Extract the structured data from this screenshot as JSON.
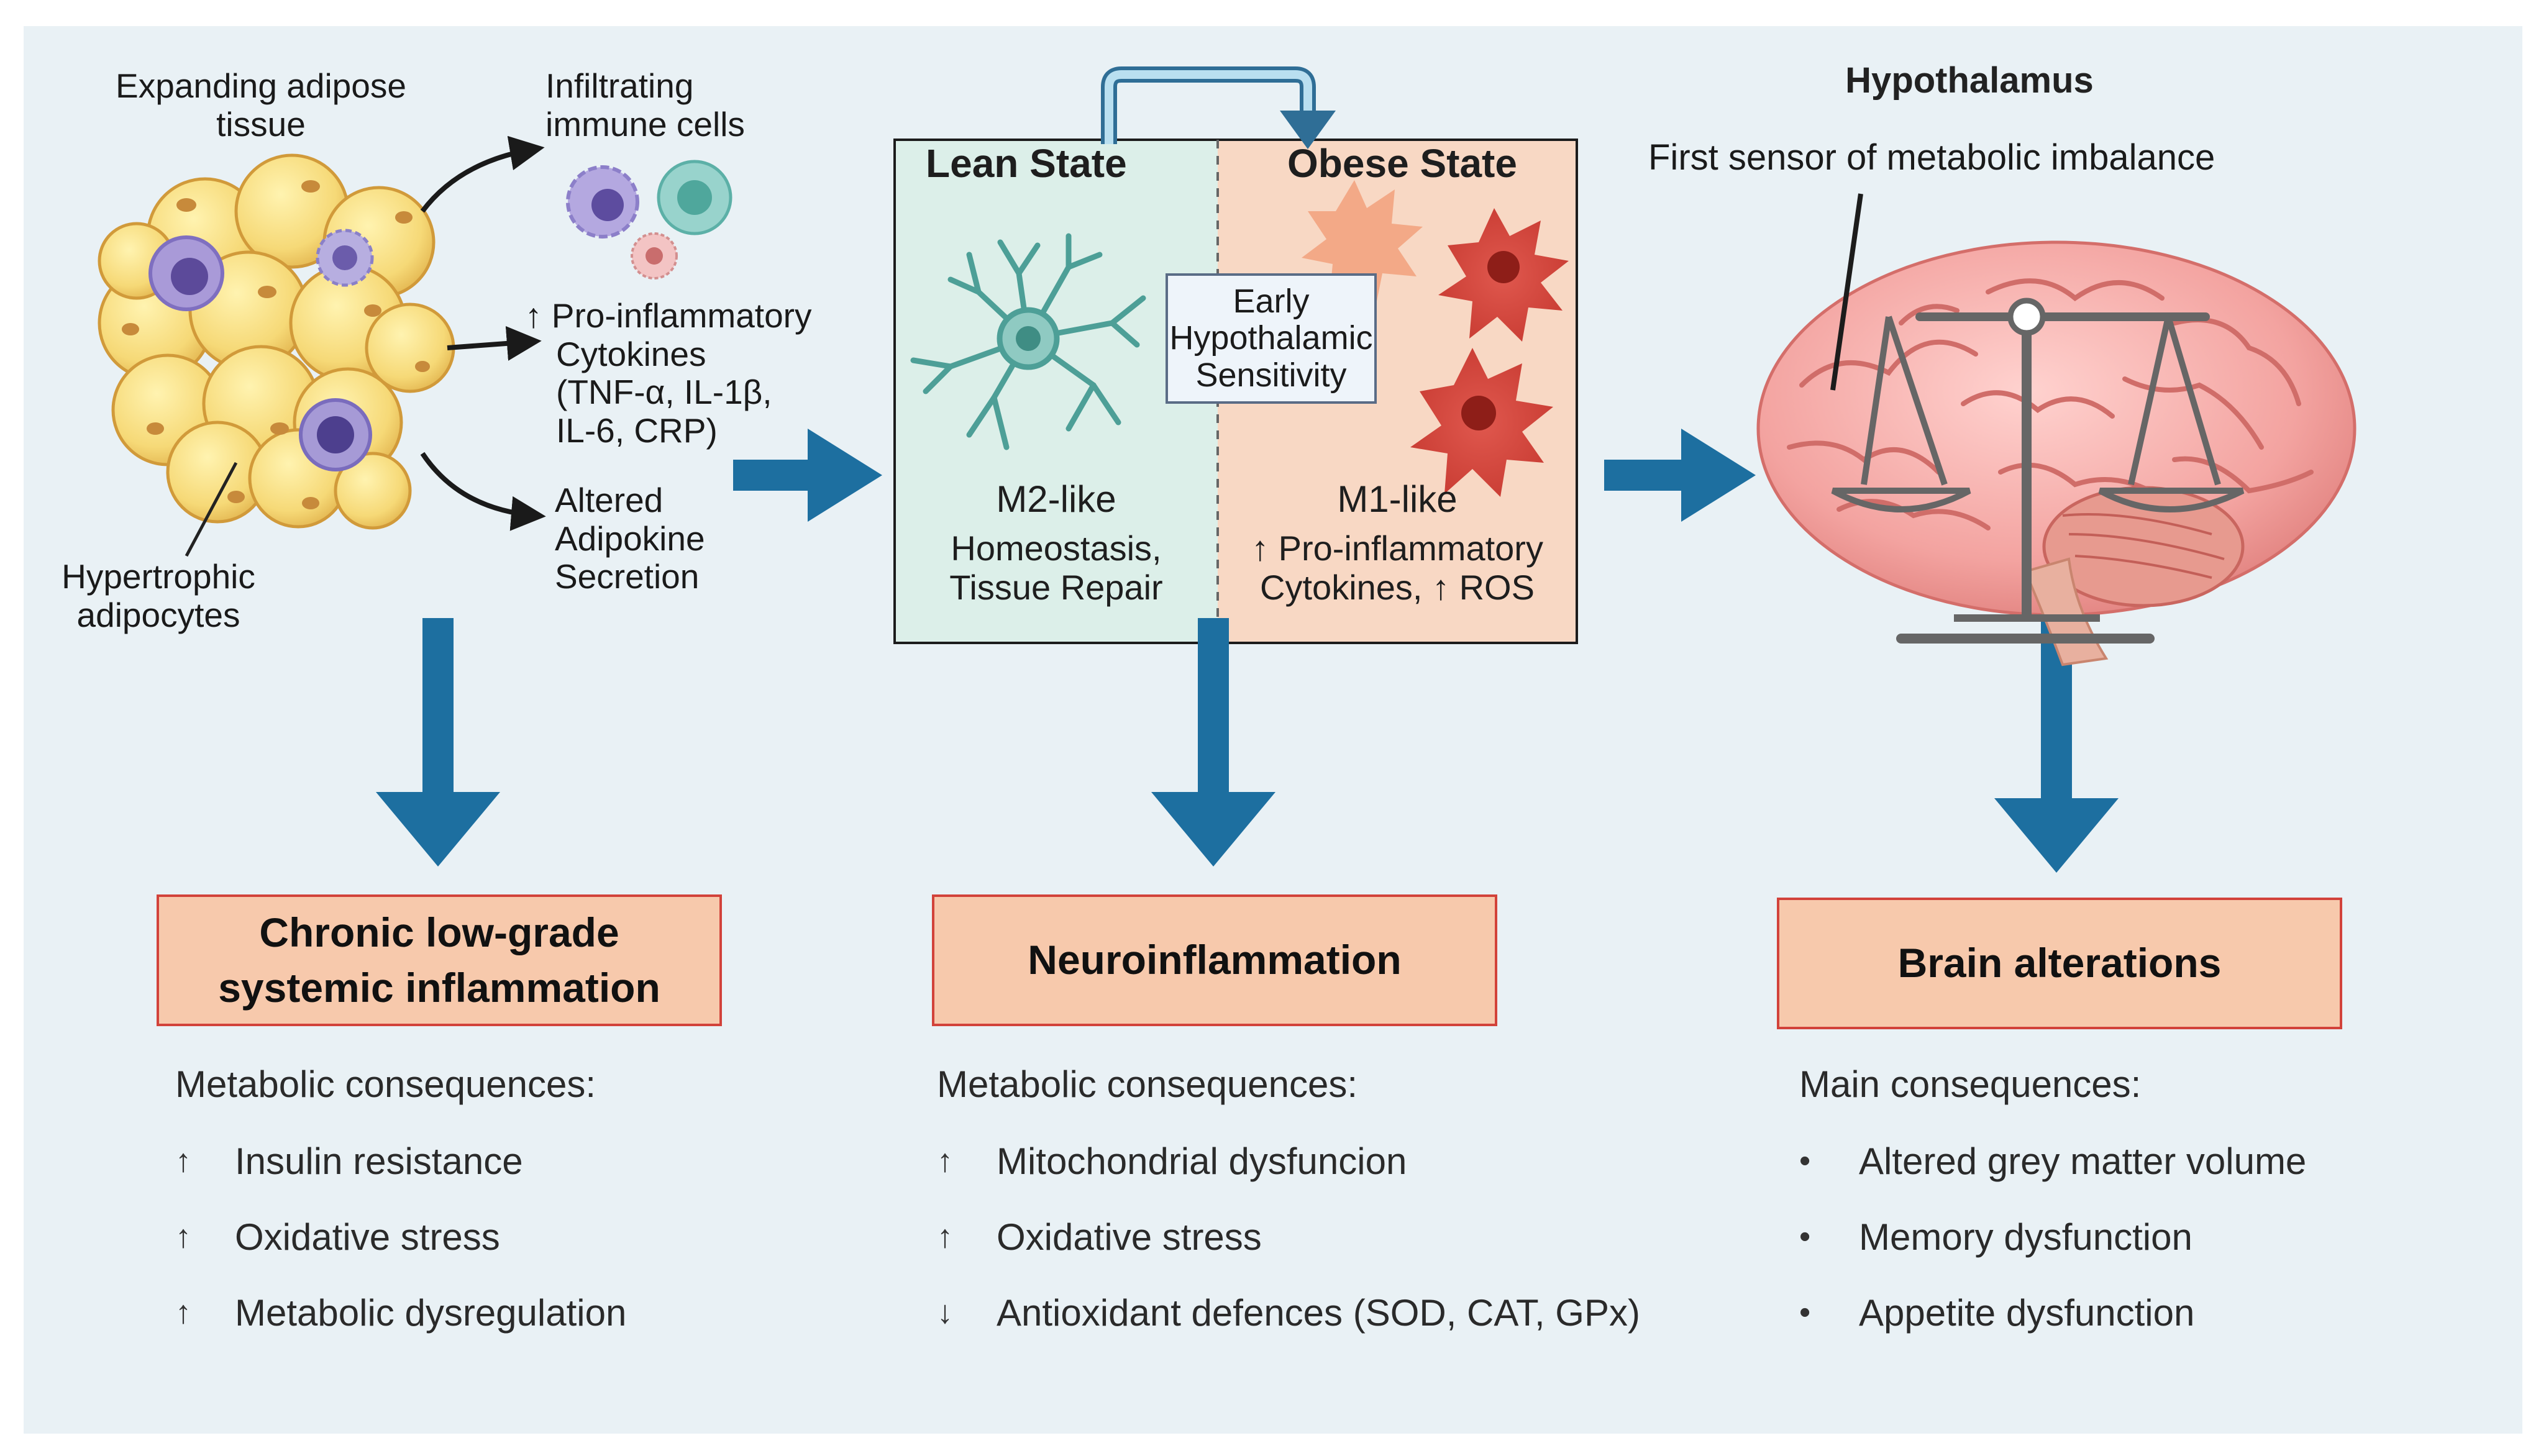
{
  "figure": {
    "accent_arrow_color": "#1d6fa0",
    "box_fill": "#f7c9ac",
    "box_border": "#d2423a",
    "lean_bg": "#dcefe9",
    "obese_bg": "#f8d8c4",
    "background": "#e9f1f5"
  },
  "adipose": {
    "title": [
      "Expanding adipose",
      "tissue"
    ],
    "immune_cells": [
      "Infiltrating",
      "immune cells"
    ],
    "cytokines": [
      "↑ Pro-inflammatory",
      "Cytokines",
      "(TNF-α, IL-1β,",
      "IL-6, CRP)"
    ],
    "adipokine": [
      "Altered",
      "Adipokine",
      "Secretion"
    ],
    "hypertrophic": [
      "Hypertrophic",
      "adipocytes"
    ]
  },
  "states": {
    "lean_title": "Lean State",
    "obese_title": "Obese State",
    "sensitivity": [
      "Early",
      "Hypothalamic",
      "Sensitivity"
    ],
    "lean_type": "M2-like",
    "lean_desc": [
      "Homeostasis,",
      "Tissue Repair"
    ],
    "obese_type": "M1-like",
    "obese_desc": [
      "↑ Pro-inflammatory",
      "Cytokines, ↑ ROS"
    ]
  },
  "hypothalamus": {
    "title": "Hypothalamus",
    "subtitle": "First sensor of metabolic imbalance"
  },
  "outcomes": [
    {
      "title": [
        "Chronic low-grade",
        "systemic inflammation"
      ],
      "heading": "Metabolic consequences:",
      "items": [
        {
          "marker": "↑",
          "text": "Insulin resistance"
        },
        {
          "marker": "↑",
          "text": "Oxidative stress"
        },
        {
          "marker": "↑",
          "text": "Metabolic dysregulation"
        }
      ]
    },
    {
      "title": [
        "Neuroinflammation"
      ],
      "heading": "Metabolic consequences:",
      "items": [
        {
          "marker": "↑",
          "text": "Mitochondrial dysfuncion"
        },
        {
          "marker": "↑",
          "text": "Oxidative stress"
        },
        {
          "marker": "↓",
          "text": "Antioxidant defences (SOD, CAT, GPx)"
        }
      ]
    },
    {
      "title": [
        "Brain alterations"
      ],
      "heading": "Main consequences:",
      "items": [
        {
          "marker": "•",
          "text": "Altered grey matter volume"
        },
        {
          "marker": "•",
          "text": "Memory dysfunction"
        },
        {
          "marker": "•",
          "text": "Appetite dysfunction"
        }
      ]
    }
  ]
}
